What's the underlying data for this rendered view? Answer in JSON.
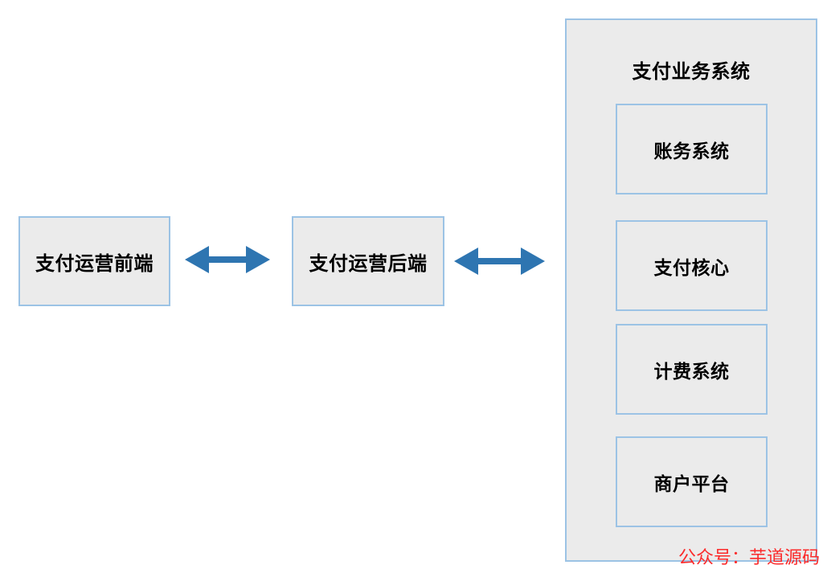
{
  "colors": {
    "box_fill": "#ebebeb",
    "box_border": "#9cc3e5",
    "arrow": "#2e75b1",
    "watermark": "#fb2b2b",
    "text": "#000000"
  },
  "diagram": {
    "frontend": {
      "label": "支付运营前端"
    },
    "backend": {
      "label": "支付运营后端"
    },
    "system": {
      "title": "支付业务系统",
      "children": [
        {
          "label": "账务系统"
        },
        {
          "label": "支付核心"
        },
        {
          "label": "计费系统"
        },
        {
          "label": "商户平台"
        }
      ]
    },
    "watermark_text": "公众号：芋道源码"
  }
}
